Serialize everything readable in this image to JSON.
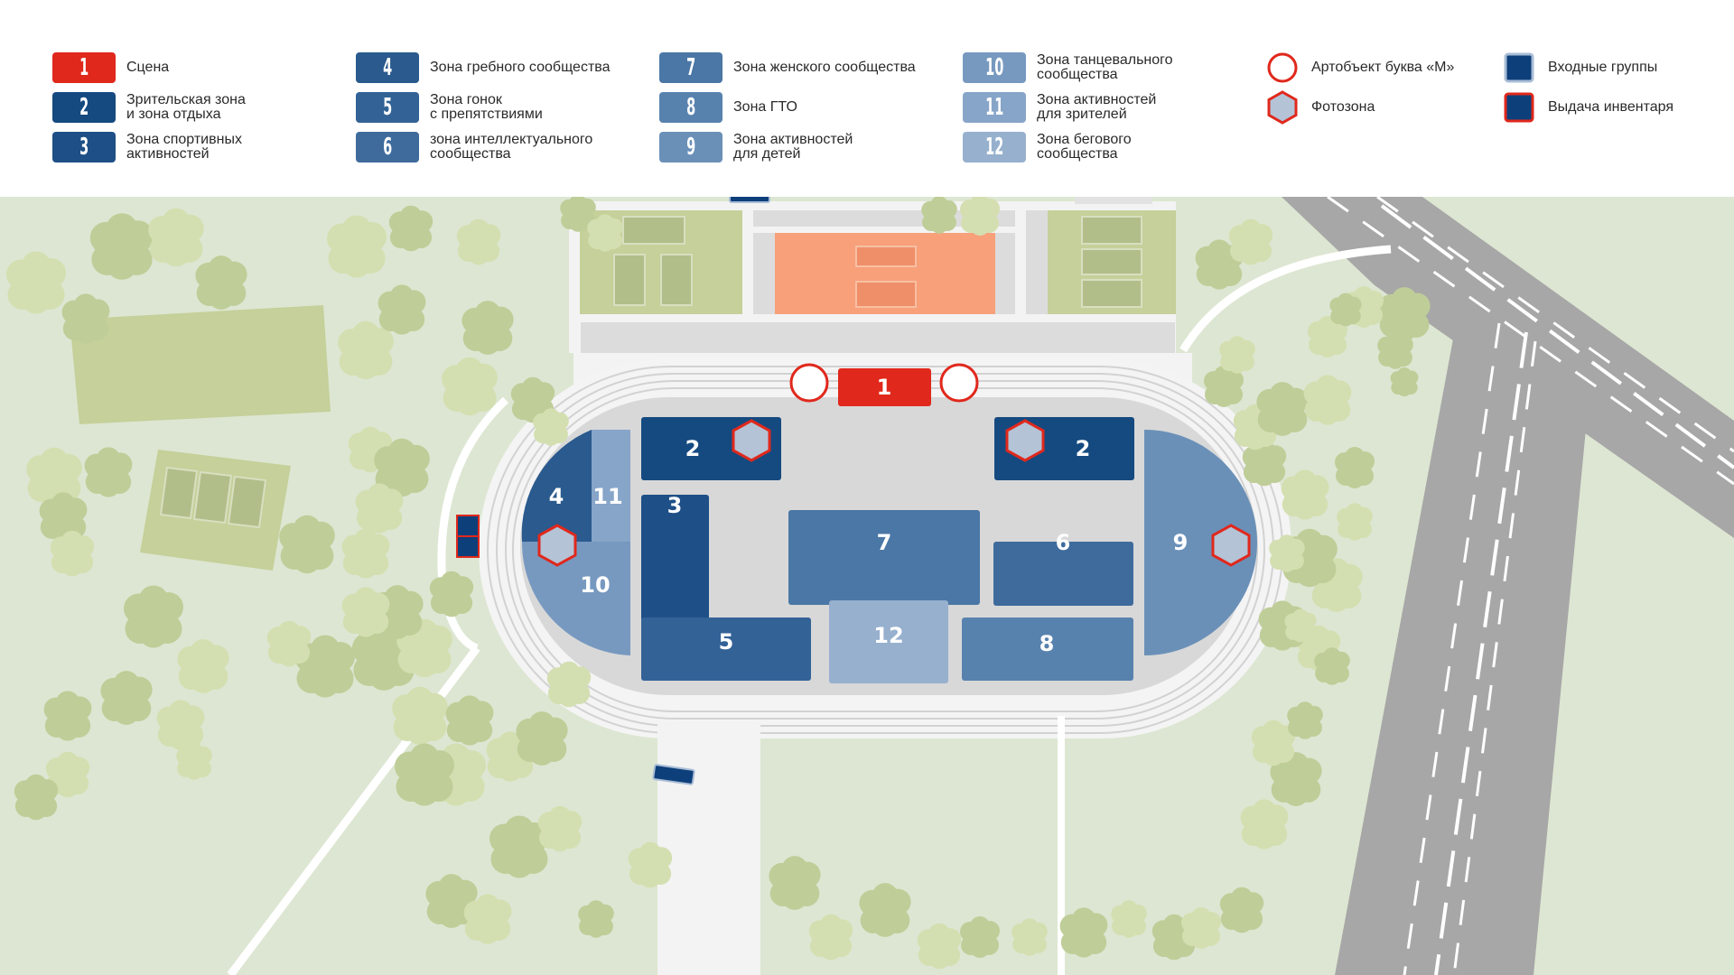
{
  "legend": {
    "zones": [
      {
        "num": "1",
        "label": "Сцена",
        "color": "#e0281c"
      },
      {
        "num": "2",
        "label": "Зрительская зона\nи зона отдыха",
        "color": "#154a80"
      },
      {
        "num": "3",
        "label": "Зона спортивных\nактивностей",
        "color": "#1e4f86"
      },
      {
        "num": "4",
        "label": "Зона гребного сообщества",
        "color": "#2a5a8e"
      },
      {
        "num": "5",
        "label": "Зона гонок\nс препятствиями",
        "color": "#336296"
      },
      {
        "num": "6",
        "label": "зона интеллектуального\nсообщества",
        "color": "#3e6b9c"
      },
      {
        "num": "7",
        "label": "Зона женского сообщества",
        "color": "#4a77a5"
      },
      {
        "num": "8",
        "label": "Зона ГТО",
        "color": "#5882ae"
      },
      {
        "num": "9",
        "label": "Зона активностей\nдля детей",
        "color": "#6a90b8"
      },
      {
        "num": "10",
        "label": "Зона танцевального\nсообщества",
        "color": "#7799c0"
      },
      {
        "num": "11",
        "label": "Зона активностей\nдля зрителей",
        "color": "#87a5c8"
      },
      {
        "num": "12",
        "label": "Зона бегового\nсообщества",
        "color": "#96b0ce"
      }
    ],
    "art_object": "Артобъект буква «М»",
    "photo_zone": "Фотозона",
    "entrance_groups": "Входные группы",
    "inventory": "Выдача инвентаря"
  },
  "map_labels": {
    "stage": "1",
    "spectator_left": "2",
    "spectator_right": "2",
    "sports": "3",
    "rowing": "4",
    "obstacle": "5",
    "intellect": "6",
    "women": "7",
    "gto": "8",
    "kids": "9",
    "dance": "10",
    "viewer_activity": "11",
    "running": "12"
  },
  "colors": {
    "accent_red": "#e0281c",
    "navy": "#0d3f7a",
    "grass": "#dde6d2",
    "road": "#a7a7a7"
  }
}
